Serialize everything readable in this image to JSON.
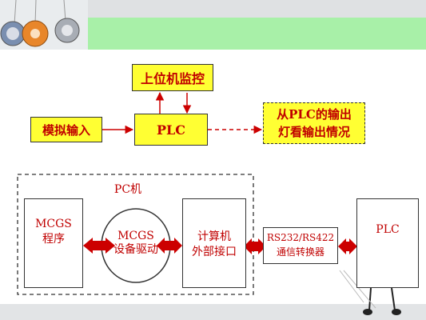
{
  "top": {
    "host": "上位机监控",
    "plc": "PLC",
    "sim_input": "模拟输入",
    "output_note": "从PLC的输出\n灯看输出情况"
  },
  "bottom": {
    "pc_label": "PC机",
    "mcgs_program": "MCGS\n程序",
    "mcgs_driver": "MCGS\n设备驱动",
    "ext_interface": "计算机\n外部接口",
    "converter": "RS232/RS422\n通信转换器",
    "plc": "PLC"
  },
  "colors": {
    "text_red": "#c00000",
    "yellow_fill": "#ffff33",
    "arrow_red": "#cc0000",
    "header_green": "#a8f0a8"
  }
}
